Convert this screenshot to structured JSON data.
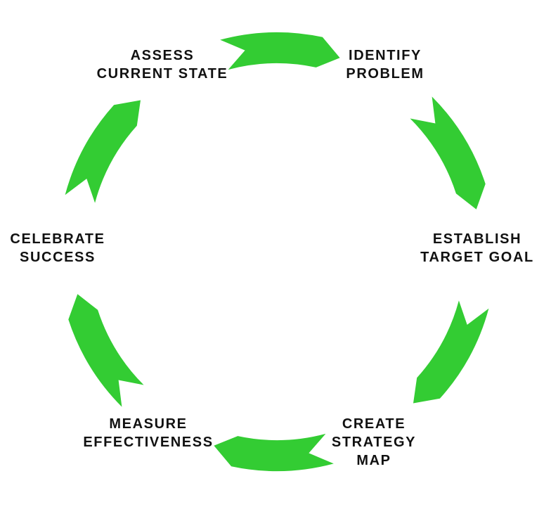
{
  "diagram": {
    "arrow_color": "#33cc33",
    "text_color": "#111111",
    "steps": [
      {
        "id": "identify-problem",
        "lines": [
          "IDENTIFY",
          "PROBLEM"
        ]
      },
      {
        "id": "establish-target-goal",
        "lines": [
          "ESTABLISH",
          "TARGET GOAL"
        ]
      },
      {
        "id": "create-strategy-map",
        "lines": [
          "CREATE",
          "STRATEGY",
          "MAP"
        ]
      },
      {
        "id": "measure-effectiveness",
        "lines": [
          "MEASURE",
          "EFFECTIVENESS"
        ]
      },
      {
        "id": "celebrate-success",
        "lines": [
          "CELEBRATE",
          "SUCCESS"
        ]
      },
      {
        "id": "assess-current-state",
        "lines": [
          "ASSESS",
          "CURRENT STATE"
        ]
      }
    ]
  }
}
